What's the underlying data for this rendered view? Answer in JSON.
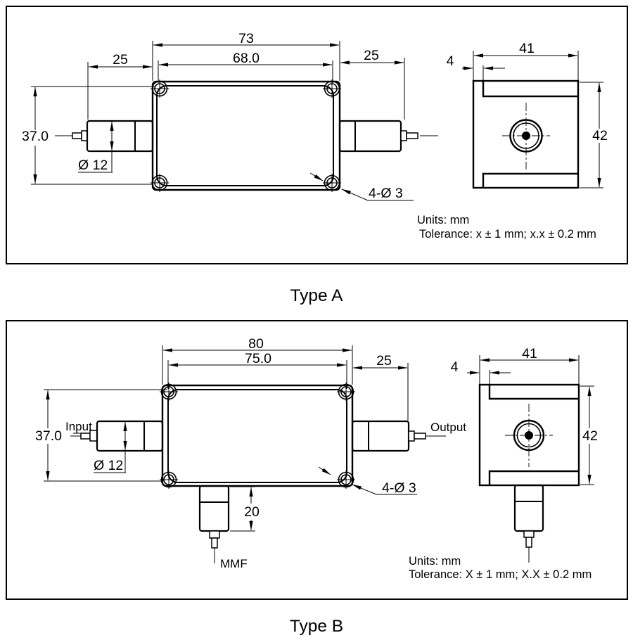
{
  "type_a": {
    "caption": "Type A",
    "dims": {
      "overall_length": "73",
      "lid_length": "68.0",
      "left_connector_length": "25",
      "right_connector_length": "25",
      "body_height": "37.0",
      "connector_diameter": "Ø 12",
      "mounting_holes": "4-Ø 3",
      "side_width": "41",
      "side_slot_inset": "4",
      "side_height": "42"
    },
    "notes": {
      "units": "Units: mm",
      "tolerance": "Tolerance: x ± 1 mm;  x.x ± 0.2 mm"
    }
  },
  "type_b": {
    "caption": "Type B",
    "labels": {
      "input": "Input",
      "output": "Output",
      "mmf": "MMF"
    },
    "dims": {
      "overall_length": "80",
      "lid_length": "75.0",
      "right_connector_length": "25",
      "body_height": "37.0",
      "connector_diameter": "Ø 12",
      "mounting_holes": "4-Ø 3",
      "bottom_connector_length": "20",
      "side_width": "41",
      "side_slot_inset": "4",
      "side_height": "42"
    },
    "notes": {
      "units": "Units: mm",
      "tolerance": "Tolerance: X ± 1 mm;  X.X ± 0.2 mm"
    }
  },
  "colors": {
    "line": "#000000",
    "background": "#ffffff"
  }
}
